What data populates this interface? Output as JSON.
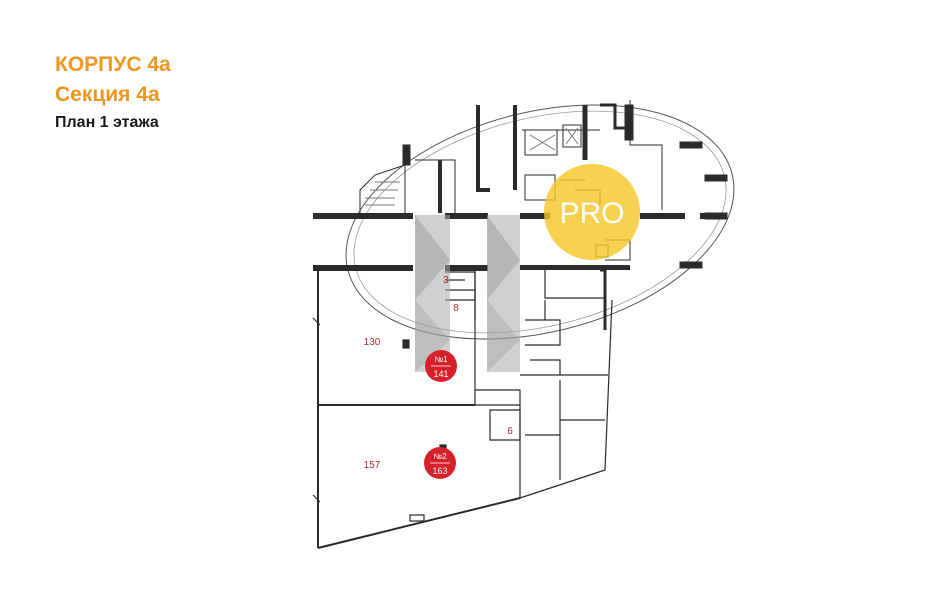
{
  "header": {
    "building": "КОРПУС 4а",
    "section": "Секция 4а",
    "floor_plan": "План 1 этажа"
  },
  "rooms": [
    {
      "id": "room-130",
      "label": "130"
    },
    {
      "id": "room-157",
      "label": "157"
    },
    {
      "id": "room-3",
      "label": "3"
    },
    {
      "id": "room-8",
      "label": "8"
    },
    {
      "id": "room-6",
      "label": "6"
    }
  ],
  "units": [
    {
      "number": "№1",
      "area": "141"
    },
    {
      "number": "№2",
      "area": "163"
    }
  ],
  "watermark": {
    "text": "PRO"
  },
  "colors": {
    "title_accent": "#f0961e",
    "badge": "#d8202a",
    "room_label": "#b3282d",
    "wall": "#2b2b2b",
    "pro_circle": "#f7c62a"
  }
}
